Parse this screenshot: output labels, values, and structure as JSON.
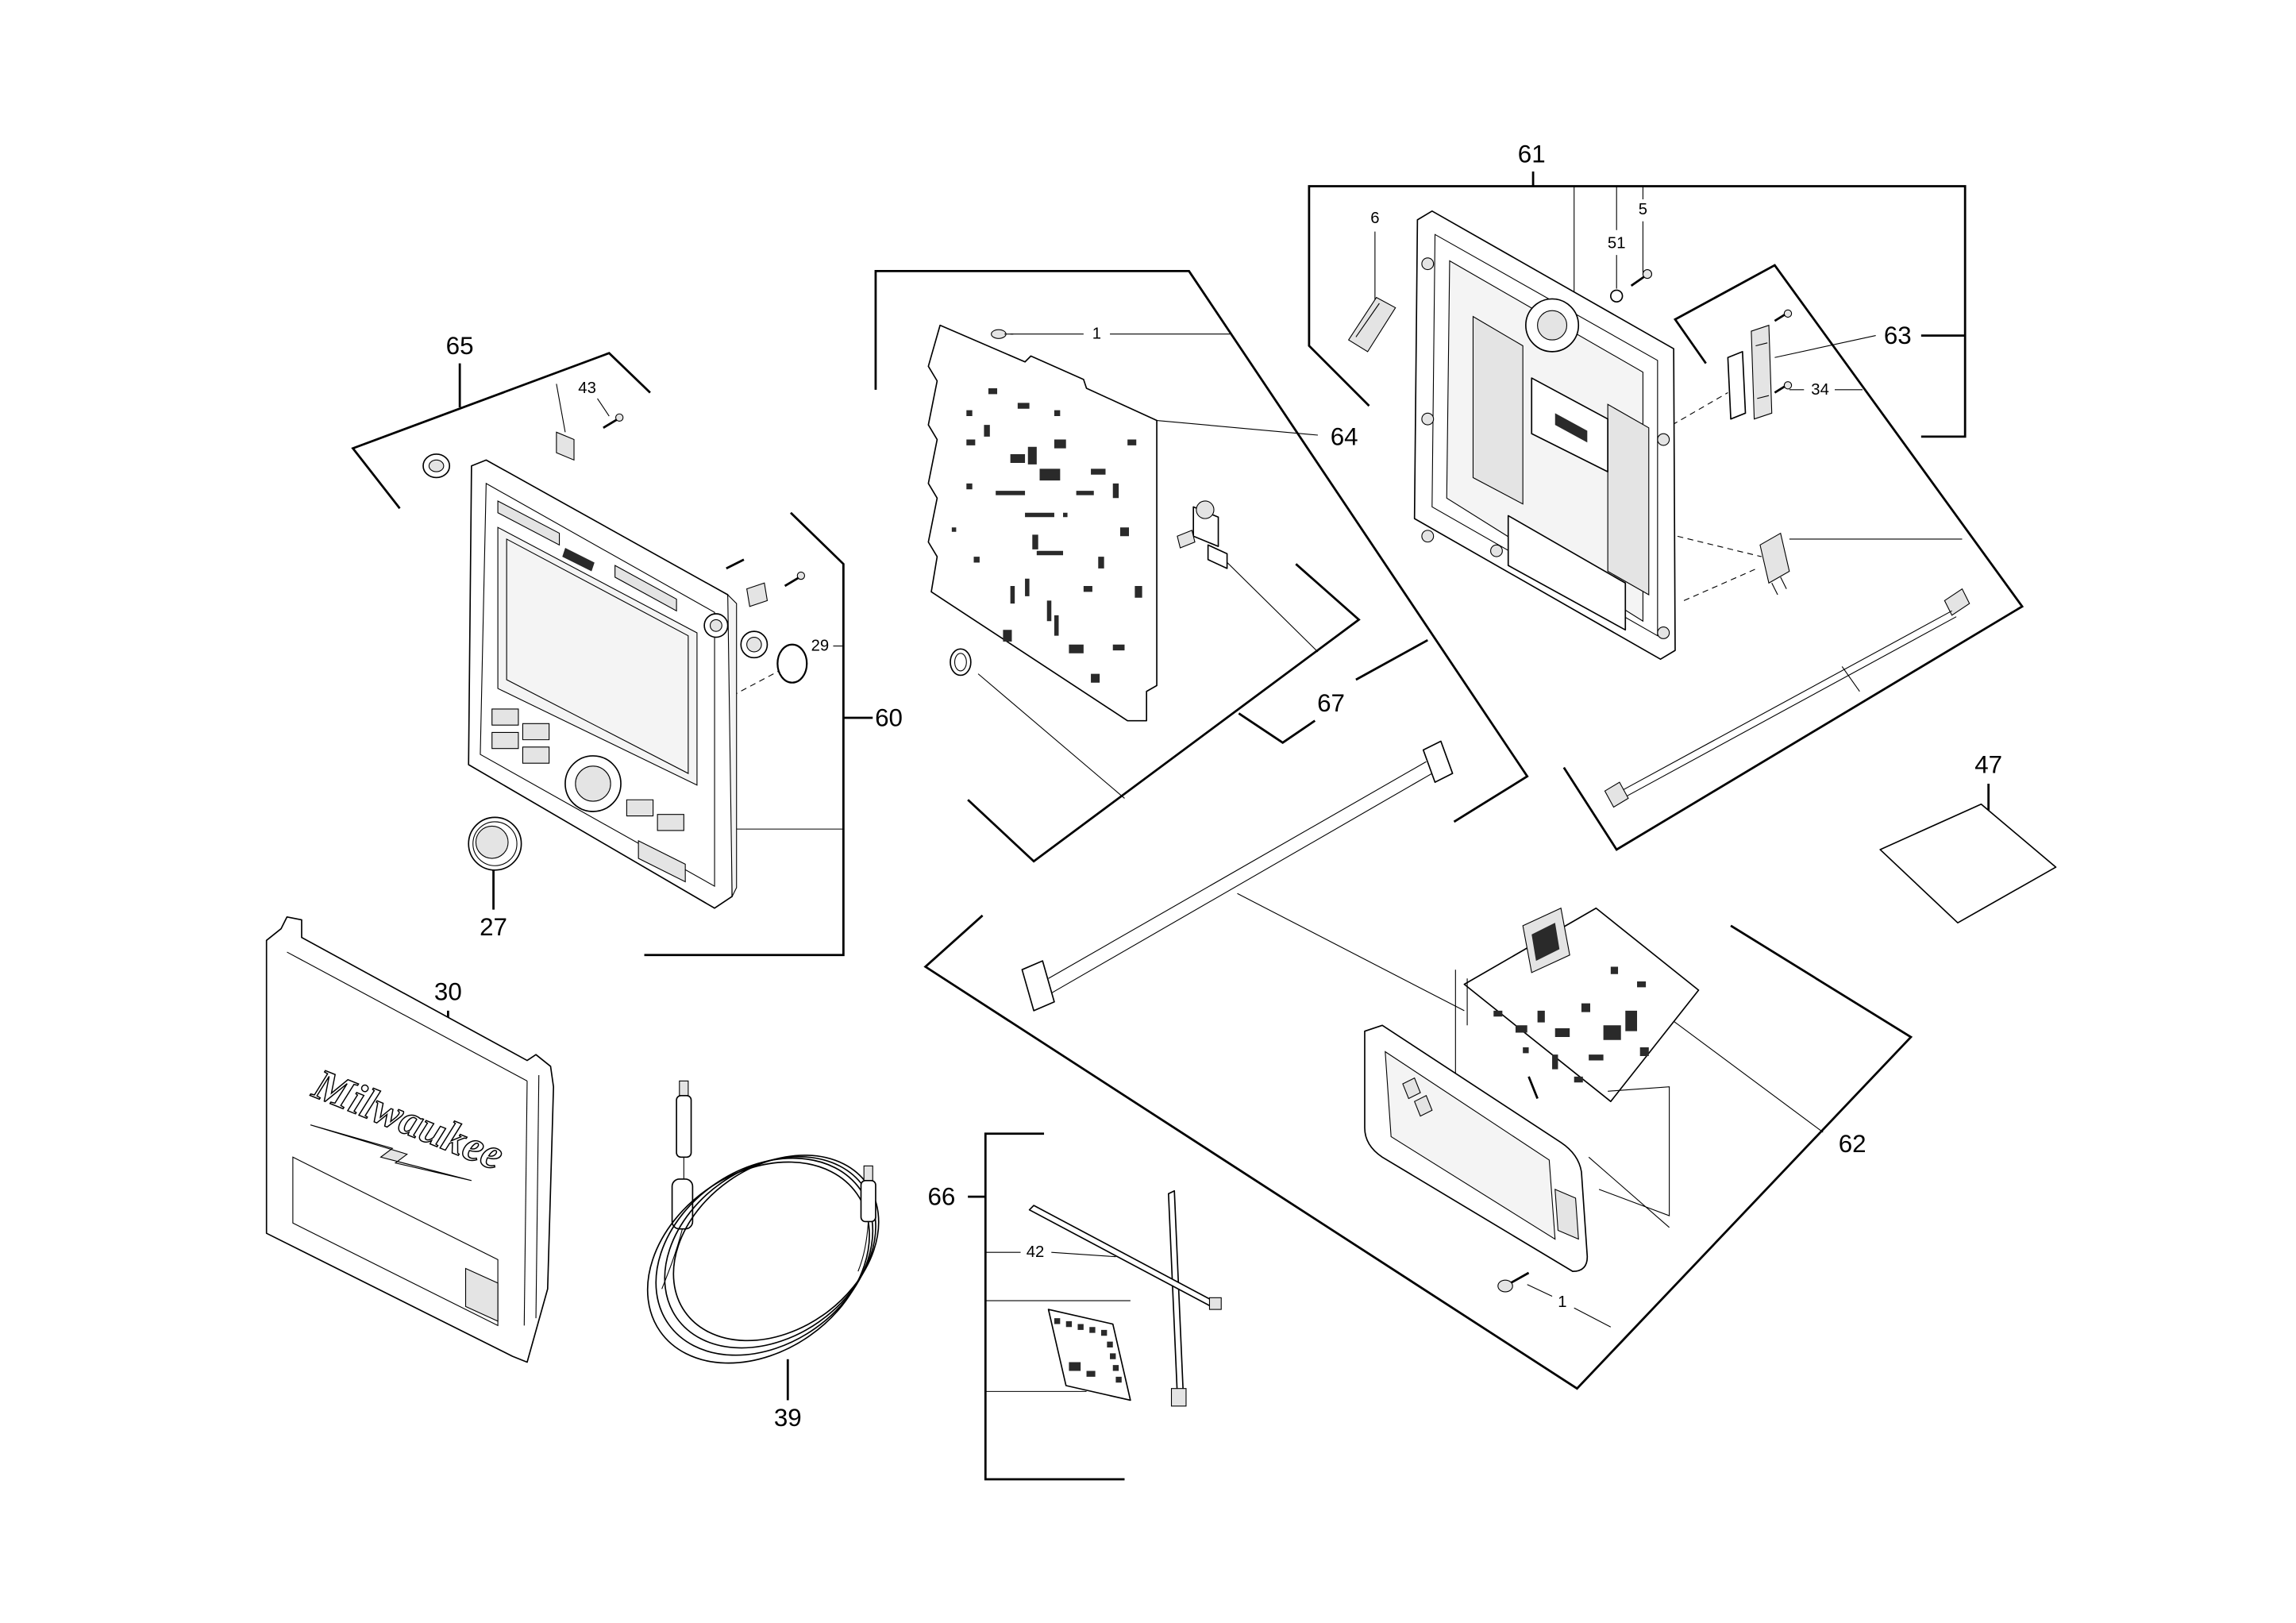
{
  "diagram": {
    "callouts": {
      "c61": "61",
      "c6": "6",
      "c51": "51",
      "c5": "5",
      "c63": "63",
      "c34": "34",
      "c65": "65",
      "c43": "43",
      "c1_top": "1",
      "c64": "64",
      "c29": "29",
      "c60": "60",
      "c67": "67",
      "c27": "27",
      "c30": "30",
      "c47": "47",
      "c62": "62",
      "c66": "66",
      "c42": "42",
      "c1_bottom": "1",
      "c39": "39"
    },
    "cover_logo": "Milwaukee"
  },
  "colors": {
    "line": "#000000",
    "background": "#ffffff",
    "shade": "#e4e4e4"
  }
}
